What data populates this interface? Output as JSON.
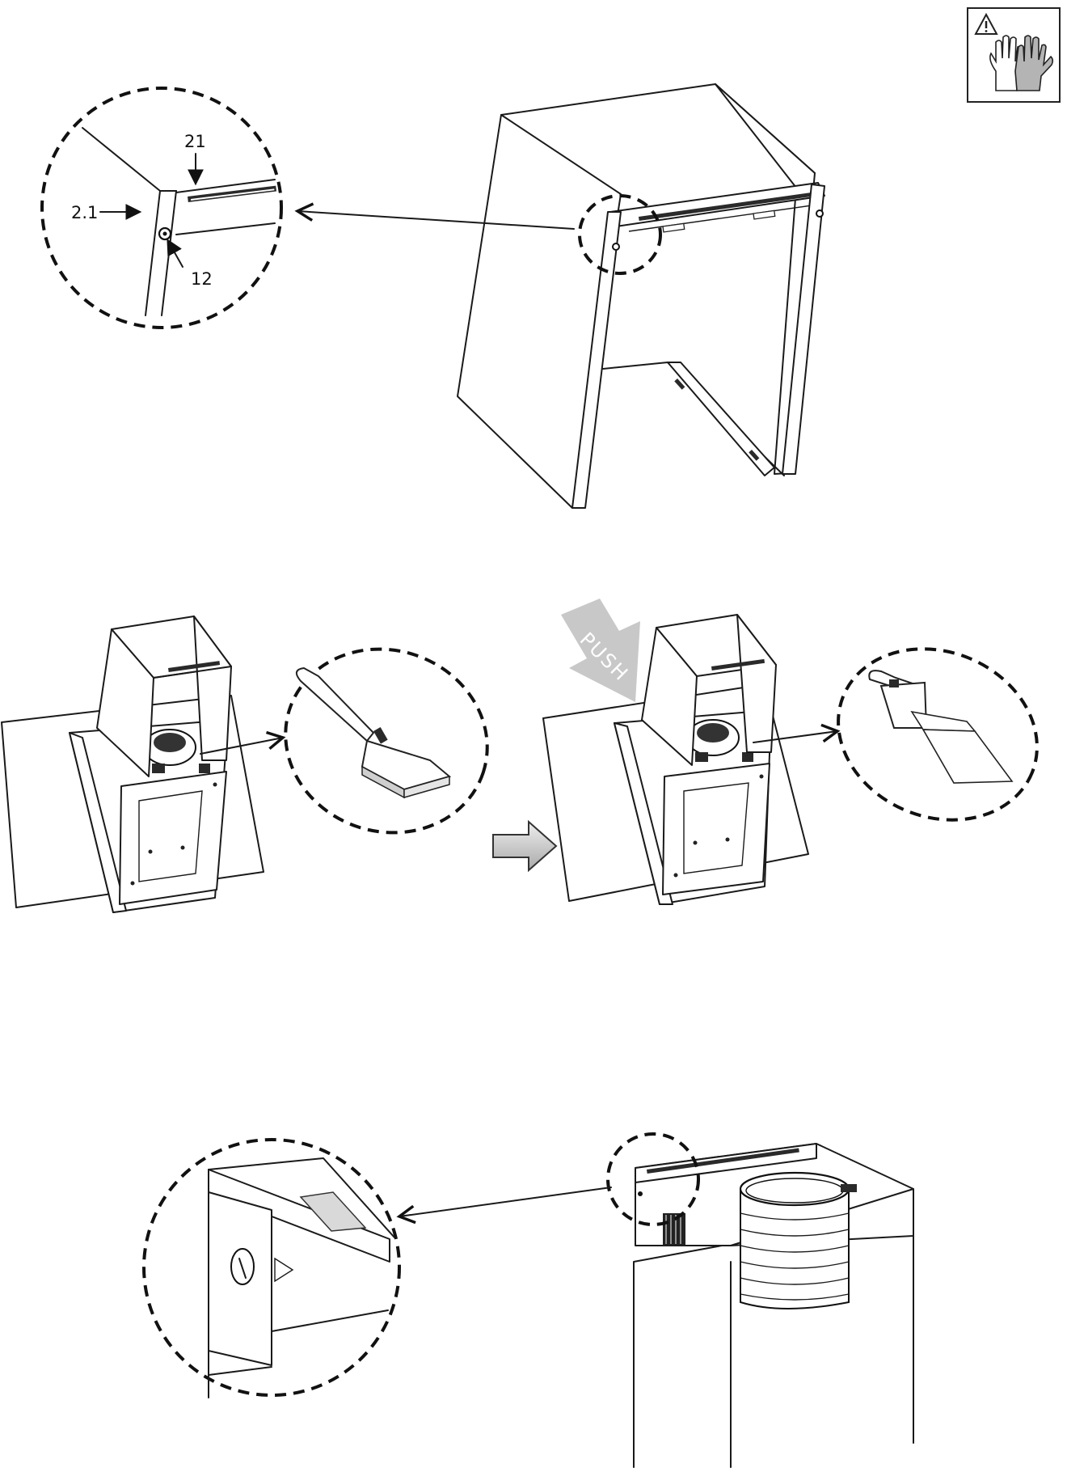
{
  "warning_icon": {
    "icon": "warning-gloves-icon"
  },
  "step1": {
    "labels": {
      "top": "21",
      "left": "2.1",
      "screw": "12"
    }
  },
  "step2": {
    "push_label": "PUSH",
    "push_arrow_color": "#c8c8c8",
    "next_arrow_color": "#d0d0d0"
  },
  "step3": {}
}
